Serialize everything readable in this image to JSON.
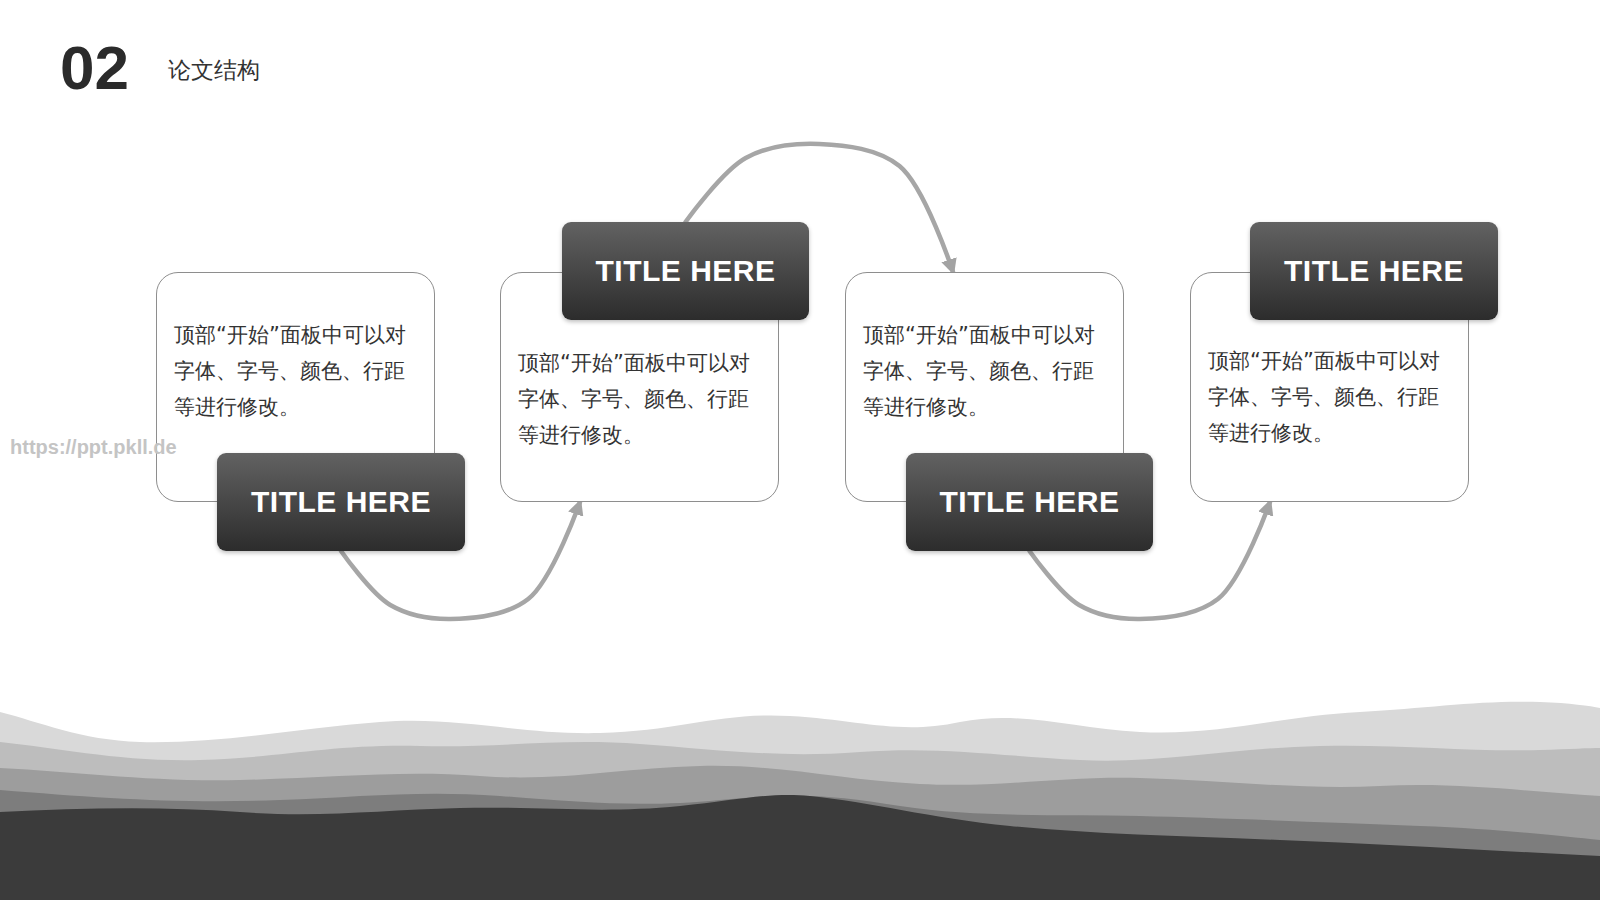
{
  "diagram": {
    "title": "论文结构",
    "nodes": [
      {
        "text": [
          "顶部“开始”面板中可以对字体、字号、颜色、行距等进行修改。"
        ]
      },
      {
        "text": [
          "TITLE HERE"
        ]
      },
      {
        "text": [
          "TITLE HERE"
        ]
      },
      {
        "text": [
          "顶部“开始”面板中可以对字体、字号、颜色、行距等进行修改。"
        ]
      },
      {
        "text": [
          "顶部“开始”面板中可以对字体、字号、颜色、行距等进行修改。"
        ]
      },
      {
        "text": [
          "TITLE HERE"
        ]
      },
      {
        "text": [
          "TITLE HERE"
        ]
      },
      {
        "text": [
          "顶部“开始”面板中可以对字体、字号、颜色、行距等进行修改。"
        ]
      }
    ],
    "edges": [
      {
        "from": 1,
        "to": 3,
        "arrow": "to"
      },
      {
        "from": 2,
        "to": 4,
        "arrow": "to"
      },
      {
        "from": 5,
        "to": 7,
        "arrow": "to"
      }
    ],
    "labels": [
      "02",
      "https://ppt.pkll.de"
    ]
  }
}
